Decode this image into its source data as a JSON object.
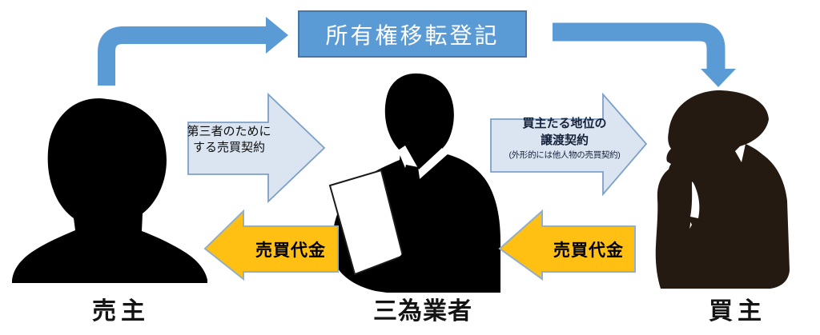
{
  "title_box": {
    "label": "所有権移転登記"
  },
  "actors": {
    "seller": {
      "label": "売主"
    },
    "intermediary": {
      "label": "三為業者"
    },
    "buyer": {
      "label": "買主"
    }
  },
  "arrows": {
    "contract_seller_to_intermediary": {
      "line1": "第三者のために",
      "line2": "する売買契約"
    },
    "transfer_intermediary_to_buyer": {
      "line1": "買主たる地位の",
      "line2": "譲渡契約",
      "note": "(外形的には他人物の売買契約)"
    },
    "payment_to_seller": {
      "label": "売買代金"
    },
    "payment_to_intermediary": {
      "label": "売買代金"
    }
  },
  "colors": {
    "solid_blue": "#5b9bd5",
    "solid_blue_border": "#4577a9",
    "light_blue_fill": "#dbe5f1",
    "light_blue_border": "#7da0c8",
    "gold_fill": "#ffc013",
    "gold_border": "#93aec7",
    "silhouette_black": "#000000",
    "silhouette_dark_brown": "#241a12",
    "box_text": "#ffffff",
    "label_text": "#141414"
  }
}
